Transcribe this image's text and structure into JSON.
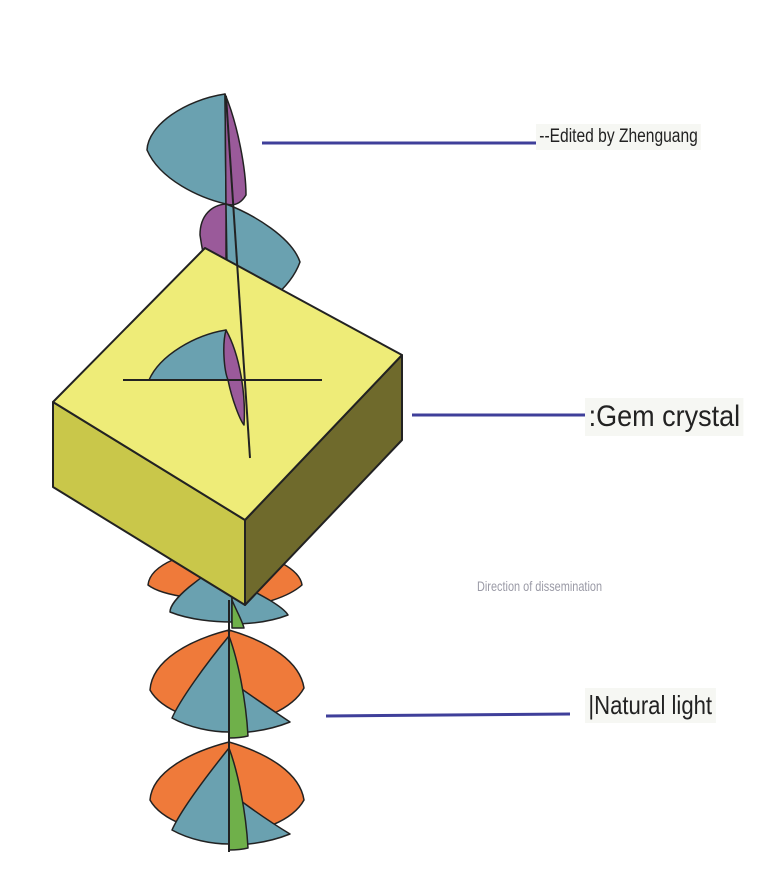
{
  "labels": {
    "edited_by": "--Edited by Zhenguang",
    "gem_crystal": ":Gem crystal",
    "natural_light": "|Natural light",
    "direction": "Direction of dissemination"
  },
  "colors": {
    "crystal_top": "#eeec78",
    "crystal_left": "#c9c74a",
    "crystal_right": "#6f6a2c",
    "wave_blue": "#6aa1b0",
    "wave_purple": "#9a5a9a",
    "wave_orange": "#ef7a3a",
    "wave_green": "#6fb04a",
    "leader_line": "#3f3f9a"
  }
}
